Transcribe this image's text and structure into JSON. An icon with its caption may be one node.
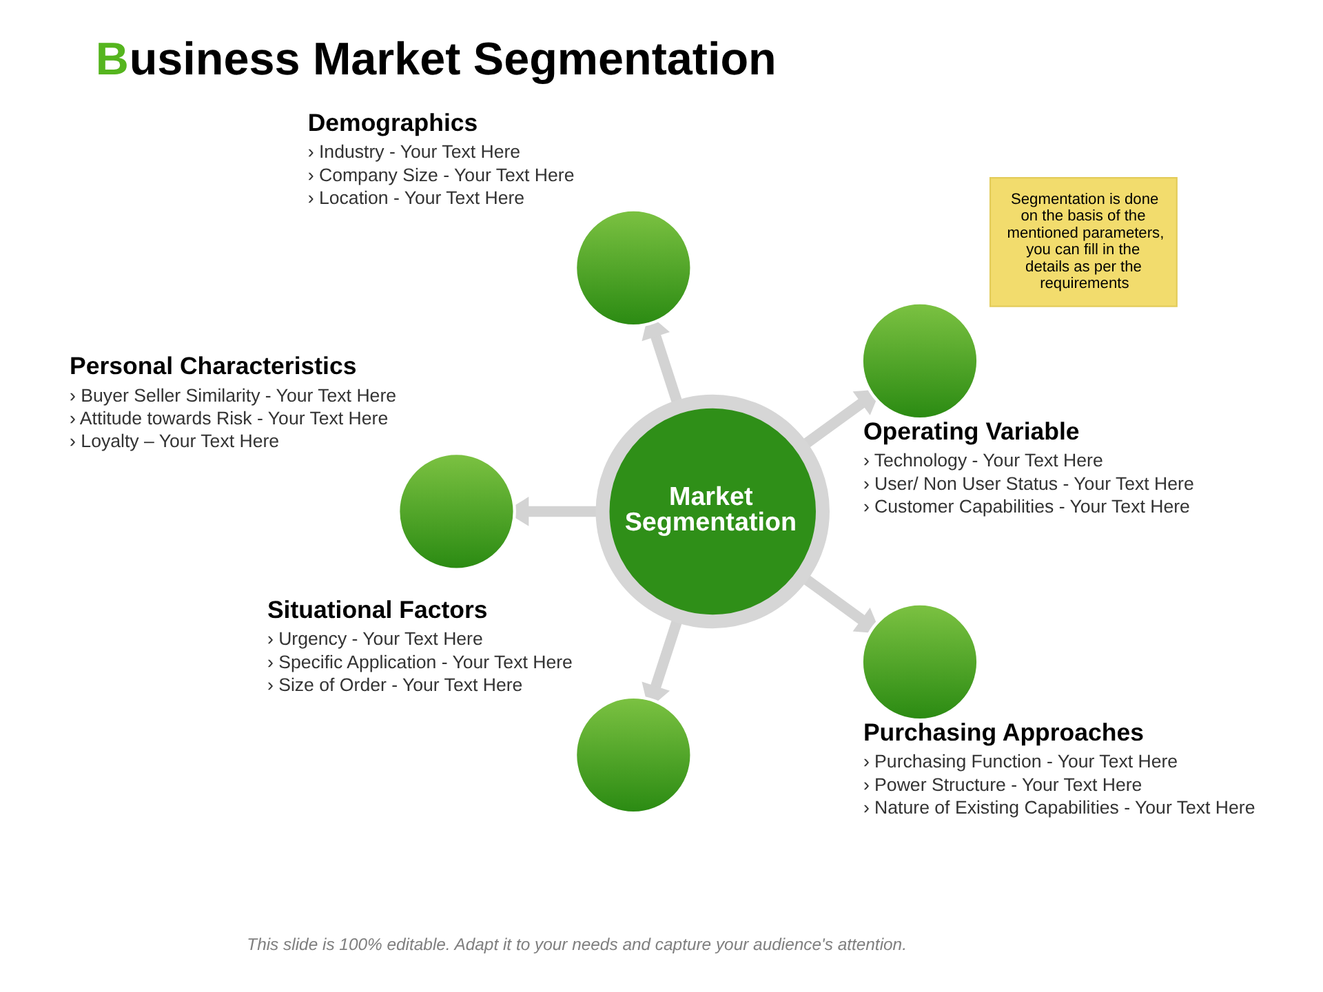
{
  "diagram": {
    "title": "Business Market Segmentation",
    "caption": "This slide is 100% editable. Adapt it to your needs and capture your audience's attention.",
    "nodes": [
      {
        "text": [],
        "shape": "circle",
        "beside": [
          "Demographics",
          "› Industry - Your Text Here",
          "› Company Size - Your Text Here",
          "› Location - Your Text Here"
        ]
      },
      {
        "text": [
          "Segmentation is done on the basis of the mentioned parameters, you can fill in the details as per the requirements"
        ]
      },
      {
        "text": [],
        "shape": "circle",
        "beside": [
          "Personal Characteristics",
          "› Buyer Seller Similarity - Your Text Here",
          "› Attitude towards Risk - Your Text Here",
          "› Loyalty – Your Text Here"
        ]
      },
      {
        "text": [
          "Market Segmentation"
        ]
      },
      {
        "text": [],
        "shape": "circle",
        "beside": [
          "Operating Variable",
          "› Technology - Your Text Here",
          "› User/ Non User Status - Your Text Here",
          "› Customer Capabilities - Your Text Here"
        ]
      },
      {
        "text": [],
        "shape": "circle",
        "beside": [
          "Situational Factors",
          "› Urgency - Your Text Here",
          "› Specific Application - Your Text Here",
          "› Size of Order - Your Text Here"
        ]
      },
      {
        "text": [],
        "shape": "circle",
        "beside": [
          "Purchasing Approaches",
          "› Purchasing Function - Your Text Here",
          "› Power Structure - Your Text Here",
          "› Nature of Existing Capabilities - Your Text Here"
        ]
      }
    ],
    "edges": [
      {
        "from": 3,
        "to": 0,
        "arrow": "to"
      },
      {
        "from": 3,
        "to": 4,
        "arrow": "to"
      },
      {
        "from": 3,
        "to": 6,
        "arrow": "to"
      },
      {
        "from": 3,
        "to": 5,
        "arrow": "to"
      },
      {
        "from": 3,
        "to": 2,
        "arrow": "to"
      }
    ]
  }
}
